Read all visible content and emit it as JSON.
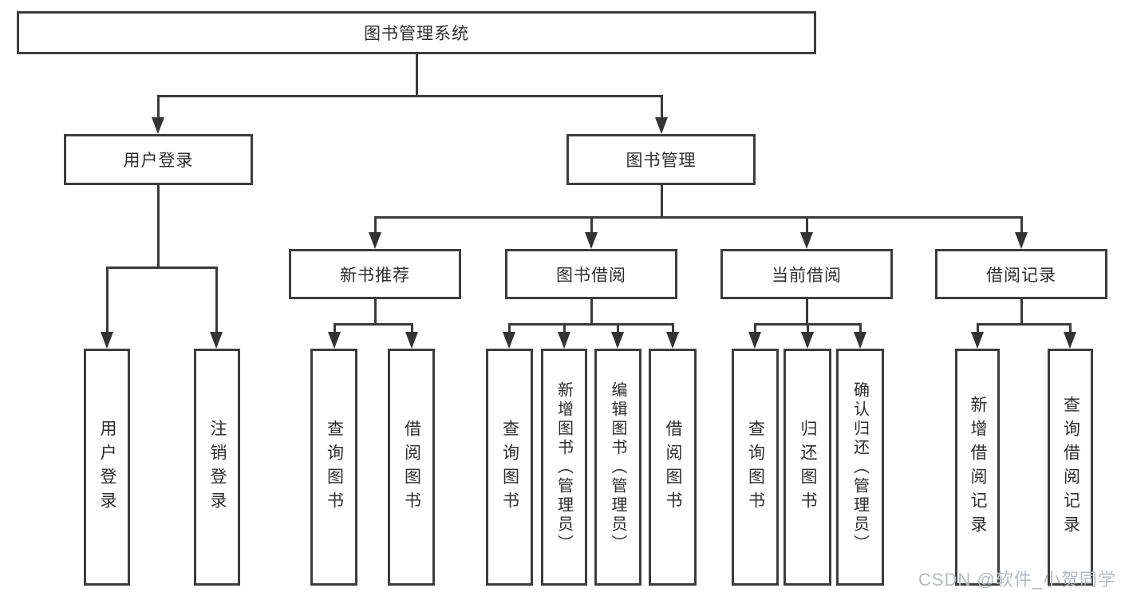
{
  "palette": {
    "background": "#ffffff",
    "line": "#3a3a3a",
    "box_border": "#3d3d3d",
    "text": "#2d2d2d",
    "watermark_text": "#b6bac0"
  },
  "watermark": "CSDN @软件_小贺同学",
  "tree": {
    "root": {
      "label": "图书管理系统"
    },
    "level2": [
      {
        "label": "用户登录"
      },
      {
        "label": "图书管理"
      }
    ],
    "login_children": [
      {
        "label": "用户登录"
      },
      {
        "label": "注销登录"
      }
    ],
    "mgmt_children": [
      {
        "label": "新书推荐"
      },
      {
        "label": "图书借阅"
      },
      {
        "label": "当前借阅"
      },
      {
        "label": "借阅记录"
      }
    ],
    "newbook_children": [
      {
        "label": "查询图书"
      },
      {
        "label": "借阅图书"
      }
    ],
    "borrow_children": [
      {
        "label": "查询图书"
      },
      {
        "label": "新增图书（管理员）"
      },
      {
        "label": "编辑图书（管理员）"
      },
      {
        "label": "借阅图书"
      }
    ],
    "current_children": [
      {
        "label": "查询图书"
      },
      {
        "label": "归还图书"
      },
      {
        "label": "确认归还（管理员）"
      }
    ],
    "record_children": [
      {
        "label": "新增借阅记录"
      },
      {
        "label": "查询借阅记录"
      }
    ]
  }
}
